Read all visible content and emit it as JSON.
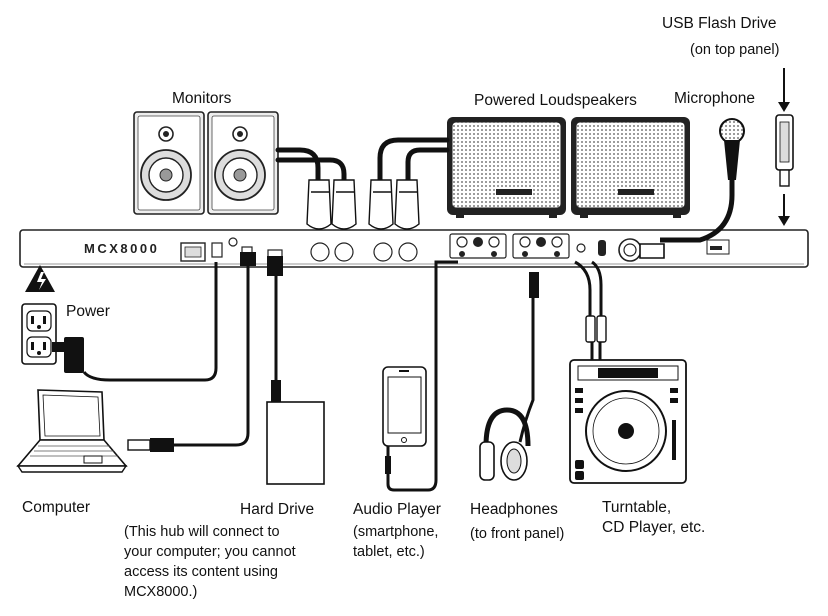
{
  "device": {
    "name": "MCX8000"
  },
  "labels": {
    "usb_flash_drive": "USB Flash Drive",
    "usb_flash_drive_note": "(on top panel)",
    "monitors": "Monitors",
    "powered_loudspeakers": "Powered Loudspeakers",
    "microphone": "Microphone",
    "power": "Power",
    "computer": "Computer",
    "hard_drive": "Hard Drive",
    "hard_drive_note": [
      "(This hub will connect to",
      "your computer; you cannot",
      "access its content using",
      "MCX8000.)"
    ],
    "audio_player": "Audio Player",
    "audio_player_note": [
      "(smartphone,",
      "tablet, etc.)"
    ],
    "headphones": "Headphones",
    "headphones_note": "(to front panel)",
    "turntable": [
      "Turntable,",
      "CD Player, etc."
    ]
  },
  "icons": {
    "warning": "high-voltage-warning-icon",
    "outlet": "wall-outlet-icon"
  }
}
